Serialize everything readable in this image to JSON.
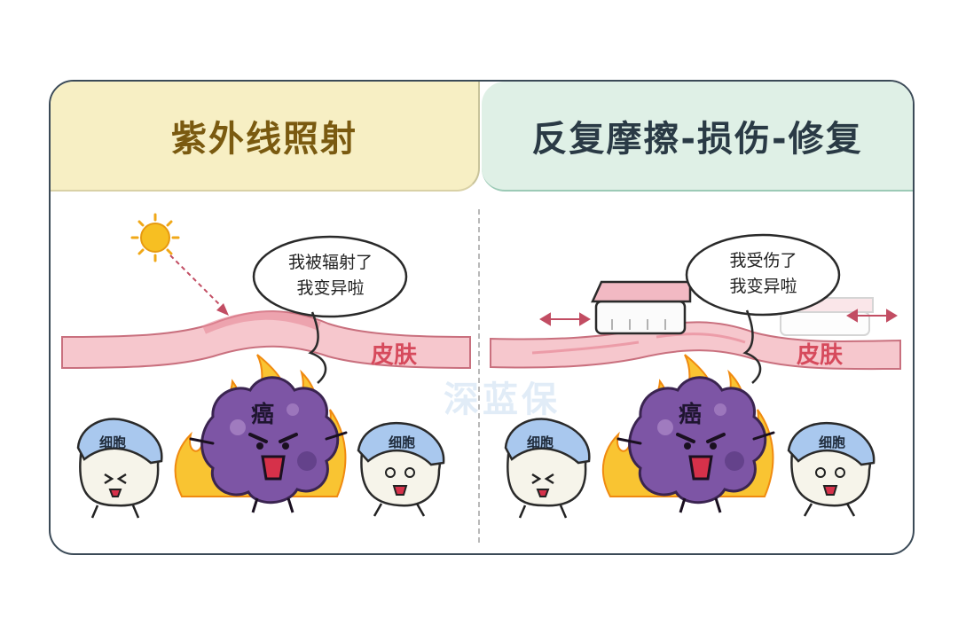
{
  "panels": {
    "left": {
      "title": "紫外线照射",
      "speech_line1": "我被辐射了",
      "speech_line2": "我变异啦",
      "skin_label": "皮肤",
      "cancer_label": "癌",
      "cell_label_left": "细胞",
      "cell_label_right": "细胞"
    },
    "right": {
      "title": "反复摩擦-损伤-修复",
      "speech_line1": "我受伤了",
      "speech_line2": "我变异啦",
      "skin_label": "皮肤",
      "cancer_label": "癌",
      "cell_label_left": "细胞",
      "cell_label_right": "细胞"
    }
  },
  "watermark": "深蓝保",
  "colors": {
    "left_header_bg": "#f7efc4",
    "left_title": "#7a5a10",
    "right_header_bg": "#dff0e6",
    "right_title": "#2a3a45",
    "skin": "#f6c7cd",
    "skin_label": "#d64a5c",
    "cancer": "#7d55a5",
    "flame": "#f9b11a",
    "cell_helmet": "#a9c8ee",
    "sun": "#f7bf22"
  },
  "icons": [
    "sun-icon",
    "arrow-icon",
    "eraser-icon",
    "double-arrow-icon",
    "flame-icon",
    "cancer-cell-icon",
    "normal-cell-icon"
  ]
}
